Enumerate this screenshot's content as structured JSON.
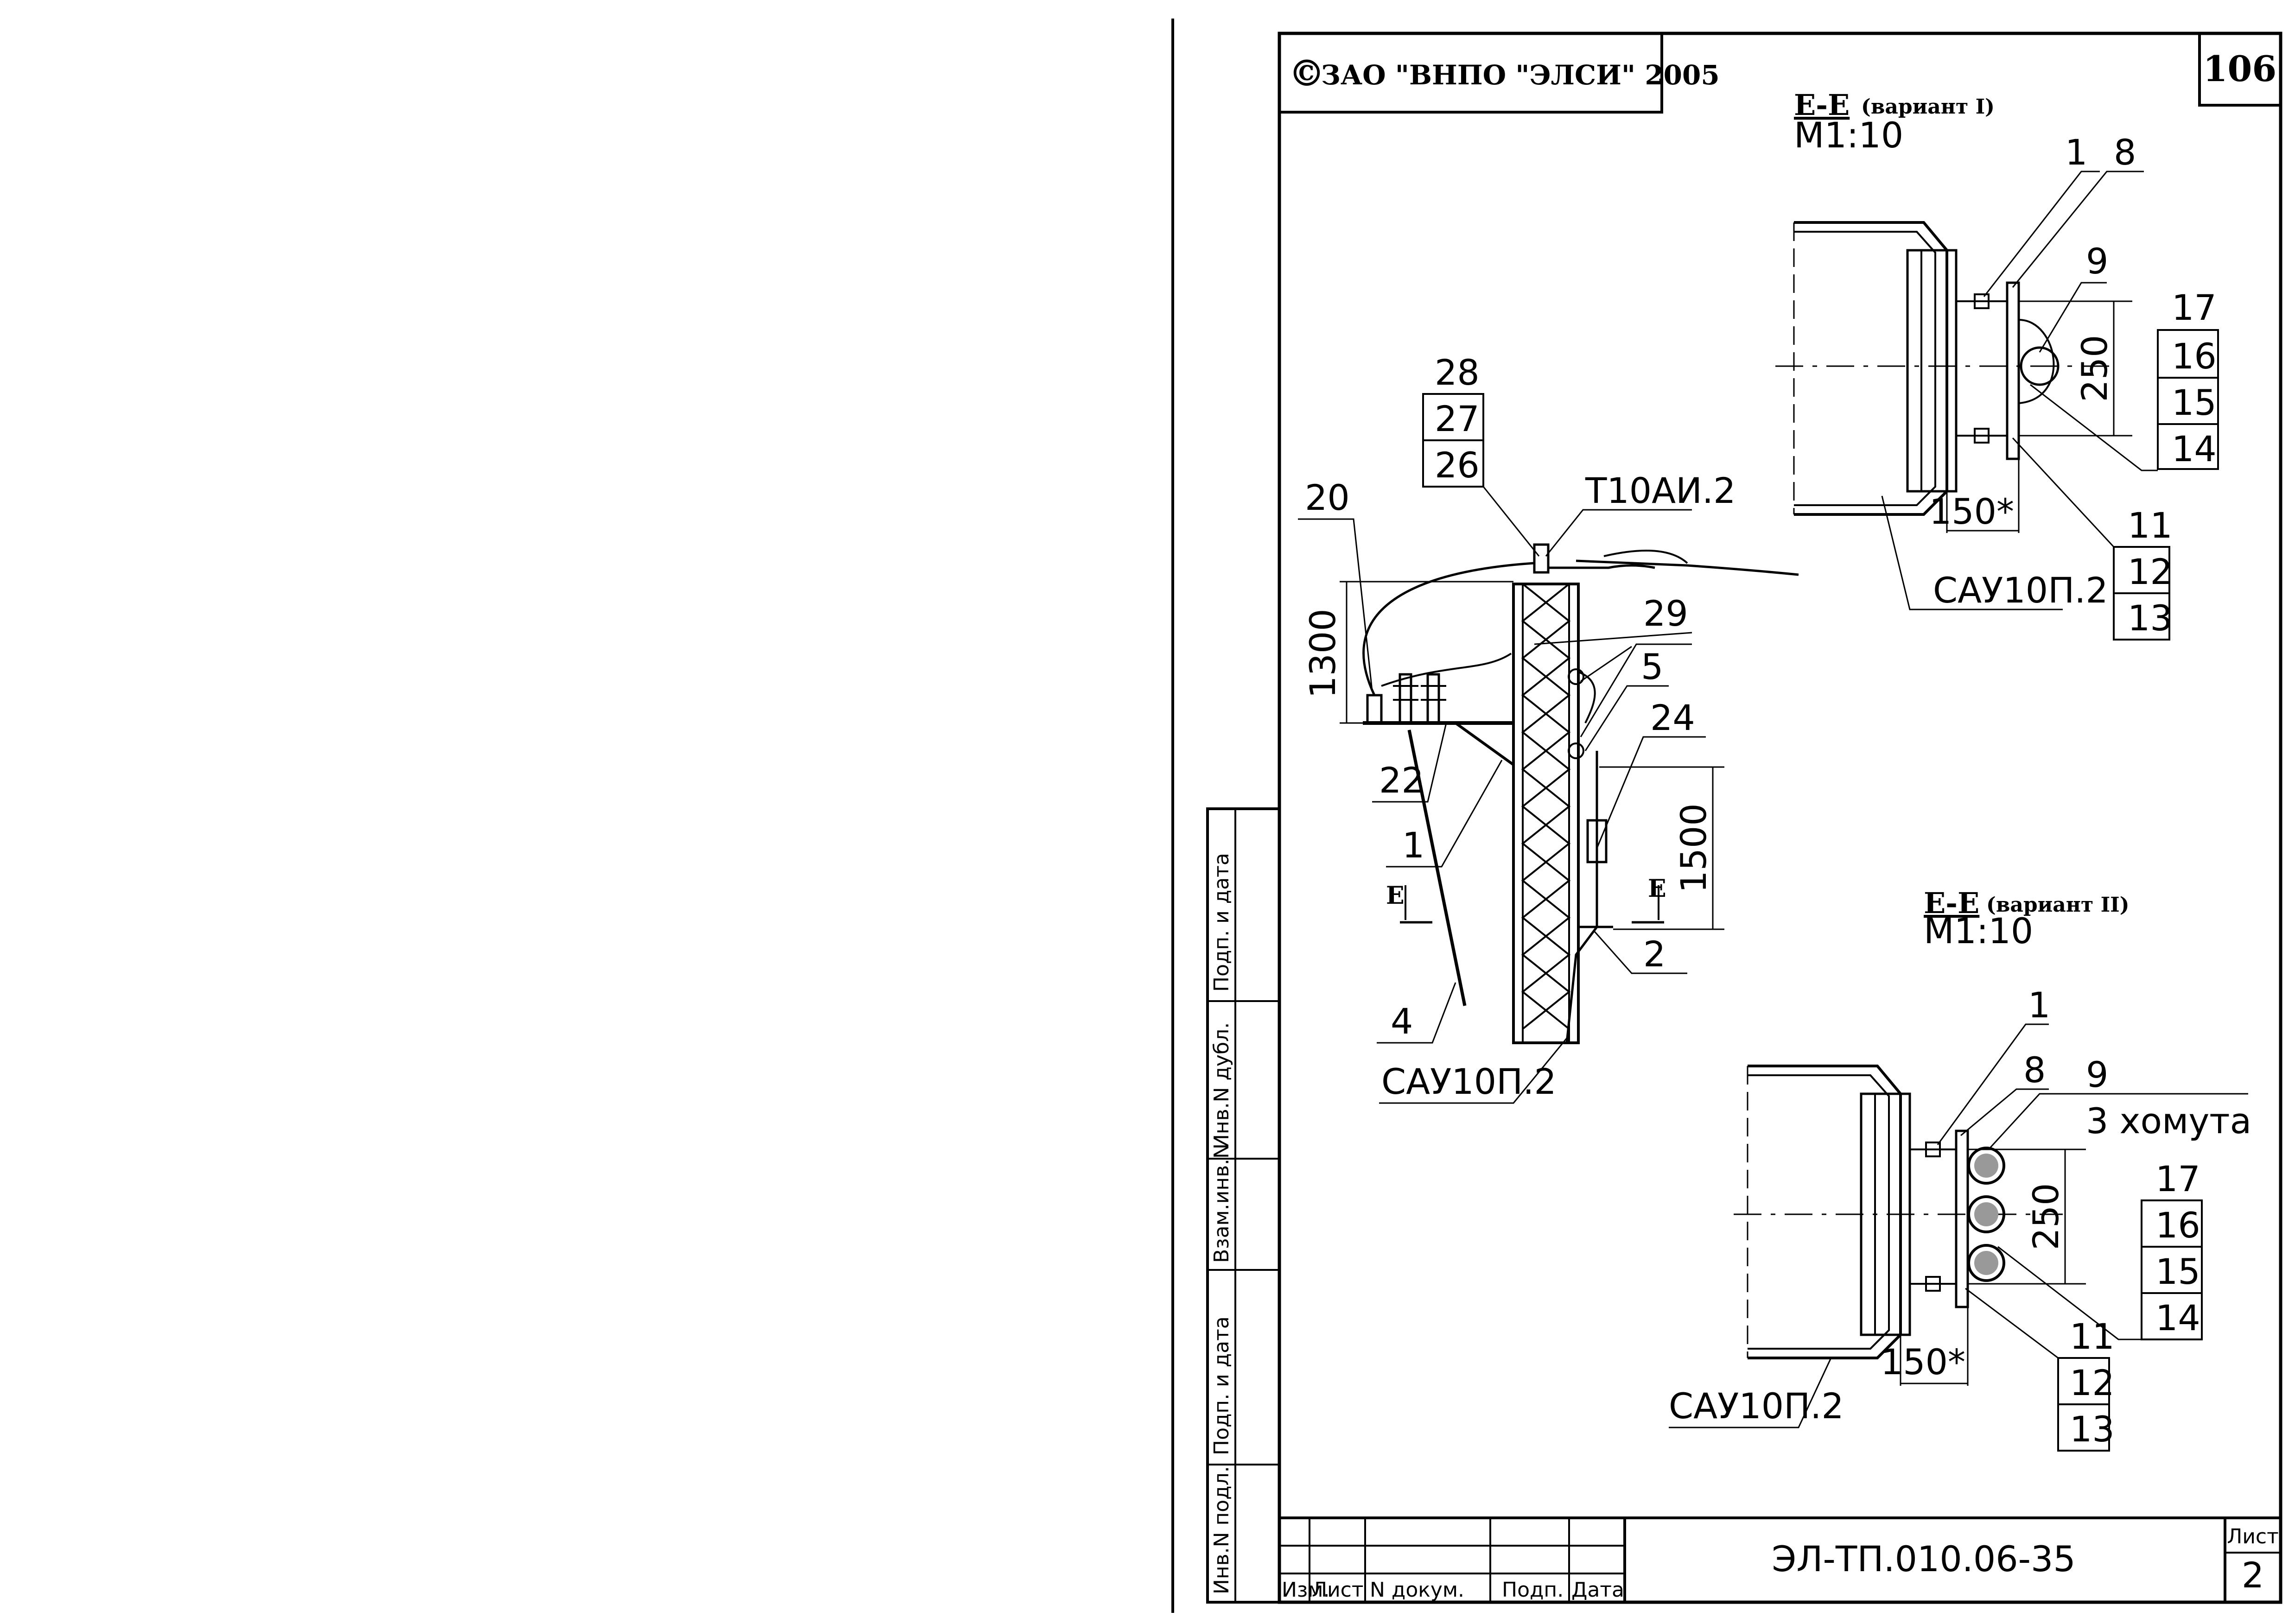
{
  "header": {
    "copyright_symbol": "©",
    "copyright": "ЗАО \"ВНПО \"ЭЛСИ\" 2005",
    "page_number": "106"
  },
  "section_1": {
    "title": "Е-Е",
    "variant": "(вариант I)",
    "scale": "М1:10",
    "labels": [
      "1",
      "8",
      "9",
      "17",
      "16",
      "15",
      "14",
      "11",
      "12",
      "13"
    ],
    "dim_250": "250",
    "dim_150": "150*",
    "cable_label": "САУ10П.2"
  },
  "section_2": {
    "title": "Е-Е",
    "variant": "(вариант II)",
    "scale": "М1:10",
    "labels": [
      "1",
      "8",
      "9",
      "17",
      "16",
      "15",
      "14",
      "11",
      "12",
      "13"
    ],
    "clamps": "3 хомута",
    "dim_250": "250",
    "dim_150": "150*",
    "cable_label": "САУ10П.2"
  },
  "main_view": {
    "labels": [
      "28",
      "27",
      "26",
      "20",
      "22",
      "1",
      "4",
      "29",
      "5",
      "24",
      "2"
    ],
    "insulator": "Т10АИ.2",
    "dim_1300": "1300",
    "dim_1500": "1500",
    "section_mark": "Е",
    "cable_label": "САУ10П.2"
  },
  "side_stamp": [
    "Инв.N подл.",
    "Подп. и дата",
    "Взам.инв.N",
    "Инв.N дубл.",
    "Подп. и дата"
  ],
  "title_block": {
    "columns": [
      "Изм.",
      "Лист",
      "N докум.",
      "Подп.",
      "Дата"
    ],
    "designation": "ЭЛ-ТП.010.06-35",
    "sheet_label": "Лист",
    "sheet_number": "2"
  }
}
